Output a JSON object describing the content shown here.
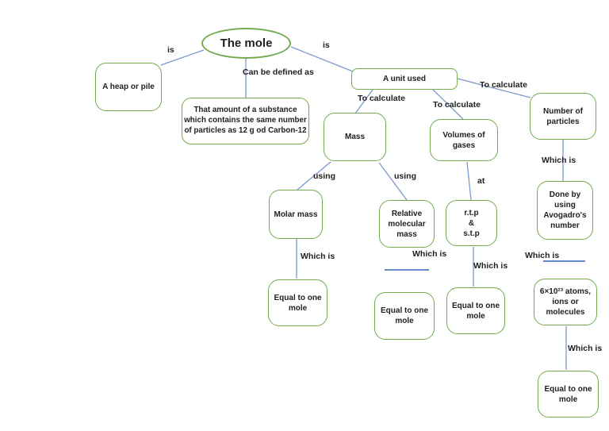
{
  "title": "The mole concept map",
  "colors": {
    "node_border": "#74ab50",
    "connector": "#7d99cc",
    "underline": "#4d7dc0",
    "text": "#1f1f1f",
    "bg": "#ffffff"
  },
  "root": {
    "label": "The mole"
  },
  "nodes": {
    "heap": "A heap or pile",
    "definition": "That amount of a substance which contains the same number of particles as 12 g od Carbon-12",
    "unit": "A unit used",
    "mass": "Mass",
    "volumes": "Volumes of\ngases",
    "particles": "Number of\nparticles",
    "molar": "Molar mass",
    "relative": "Relative\nmolecular\nmass",
    "rtp": "r.t.p\n&\ns.t.p",
    "avogadro": "Done by\nusing\nAvogadro's\nnumber",
    "equal_molar": "Equal to one\nmole",
    "equal_relative": "Equal to one\nmole",
    "equal_rtp": "Equal to one\nmole",
    "atoms": "6×10²³ atoms,\nions or\nmolecules",
    "equal_atoms": "Equal to one\nmole"
  },
  "edges": {
    "is_heap": "is",
    "defined_as": "Can be defined as",
    "is_unit": "is",
    "calc_mass": "To calculate",
    "calc_volumes": "To calculate",
    "calc_particles": "To calculate",
    "using_molar": "using",
    "using_relative": "using",
    "at_rtp": "at",
    "which_particles": "Which is",
    "which_molar": "Which is",
    "which_relative": "Which is",
    "which_rtp": "Which is",
    "which_avogadro": "Which is",
    "which_atoms": "Which is"
  }
}
